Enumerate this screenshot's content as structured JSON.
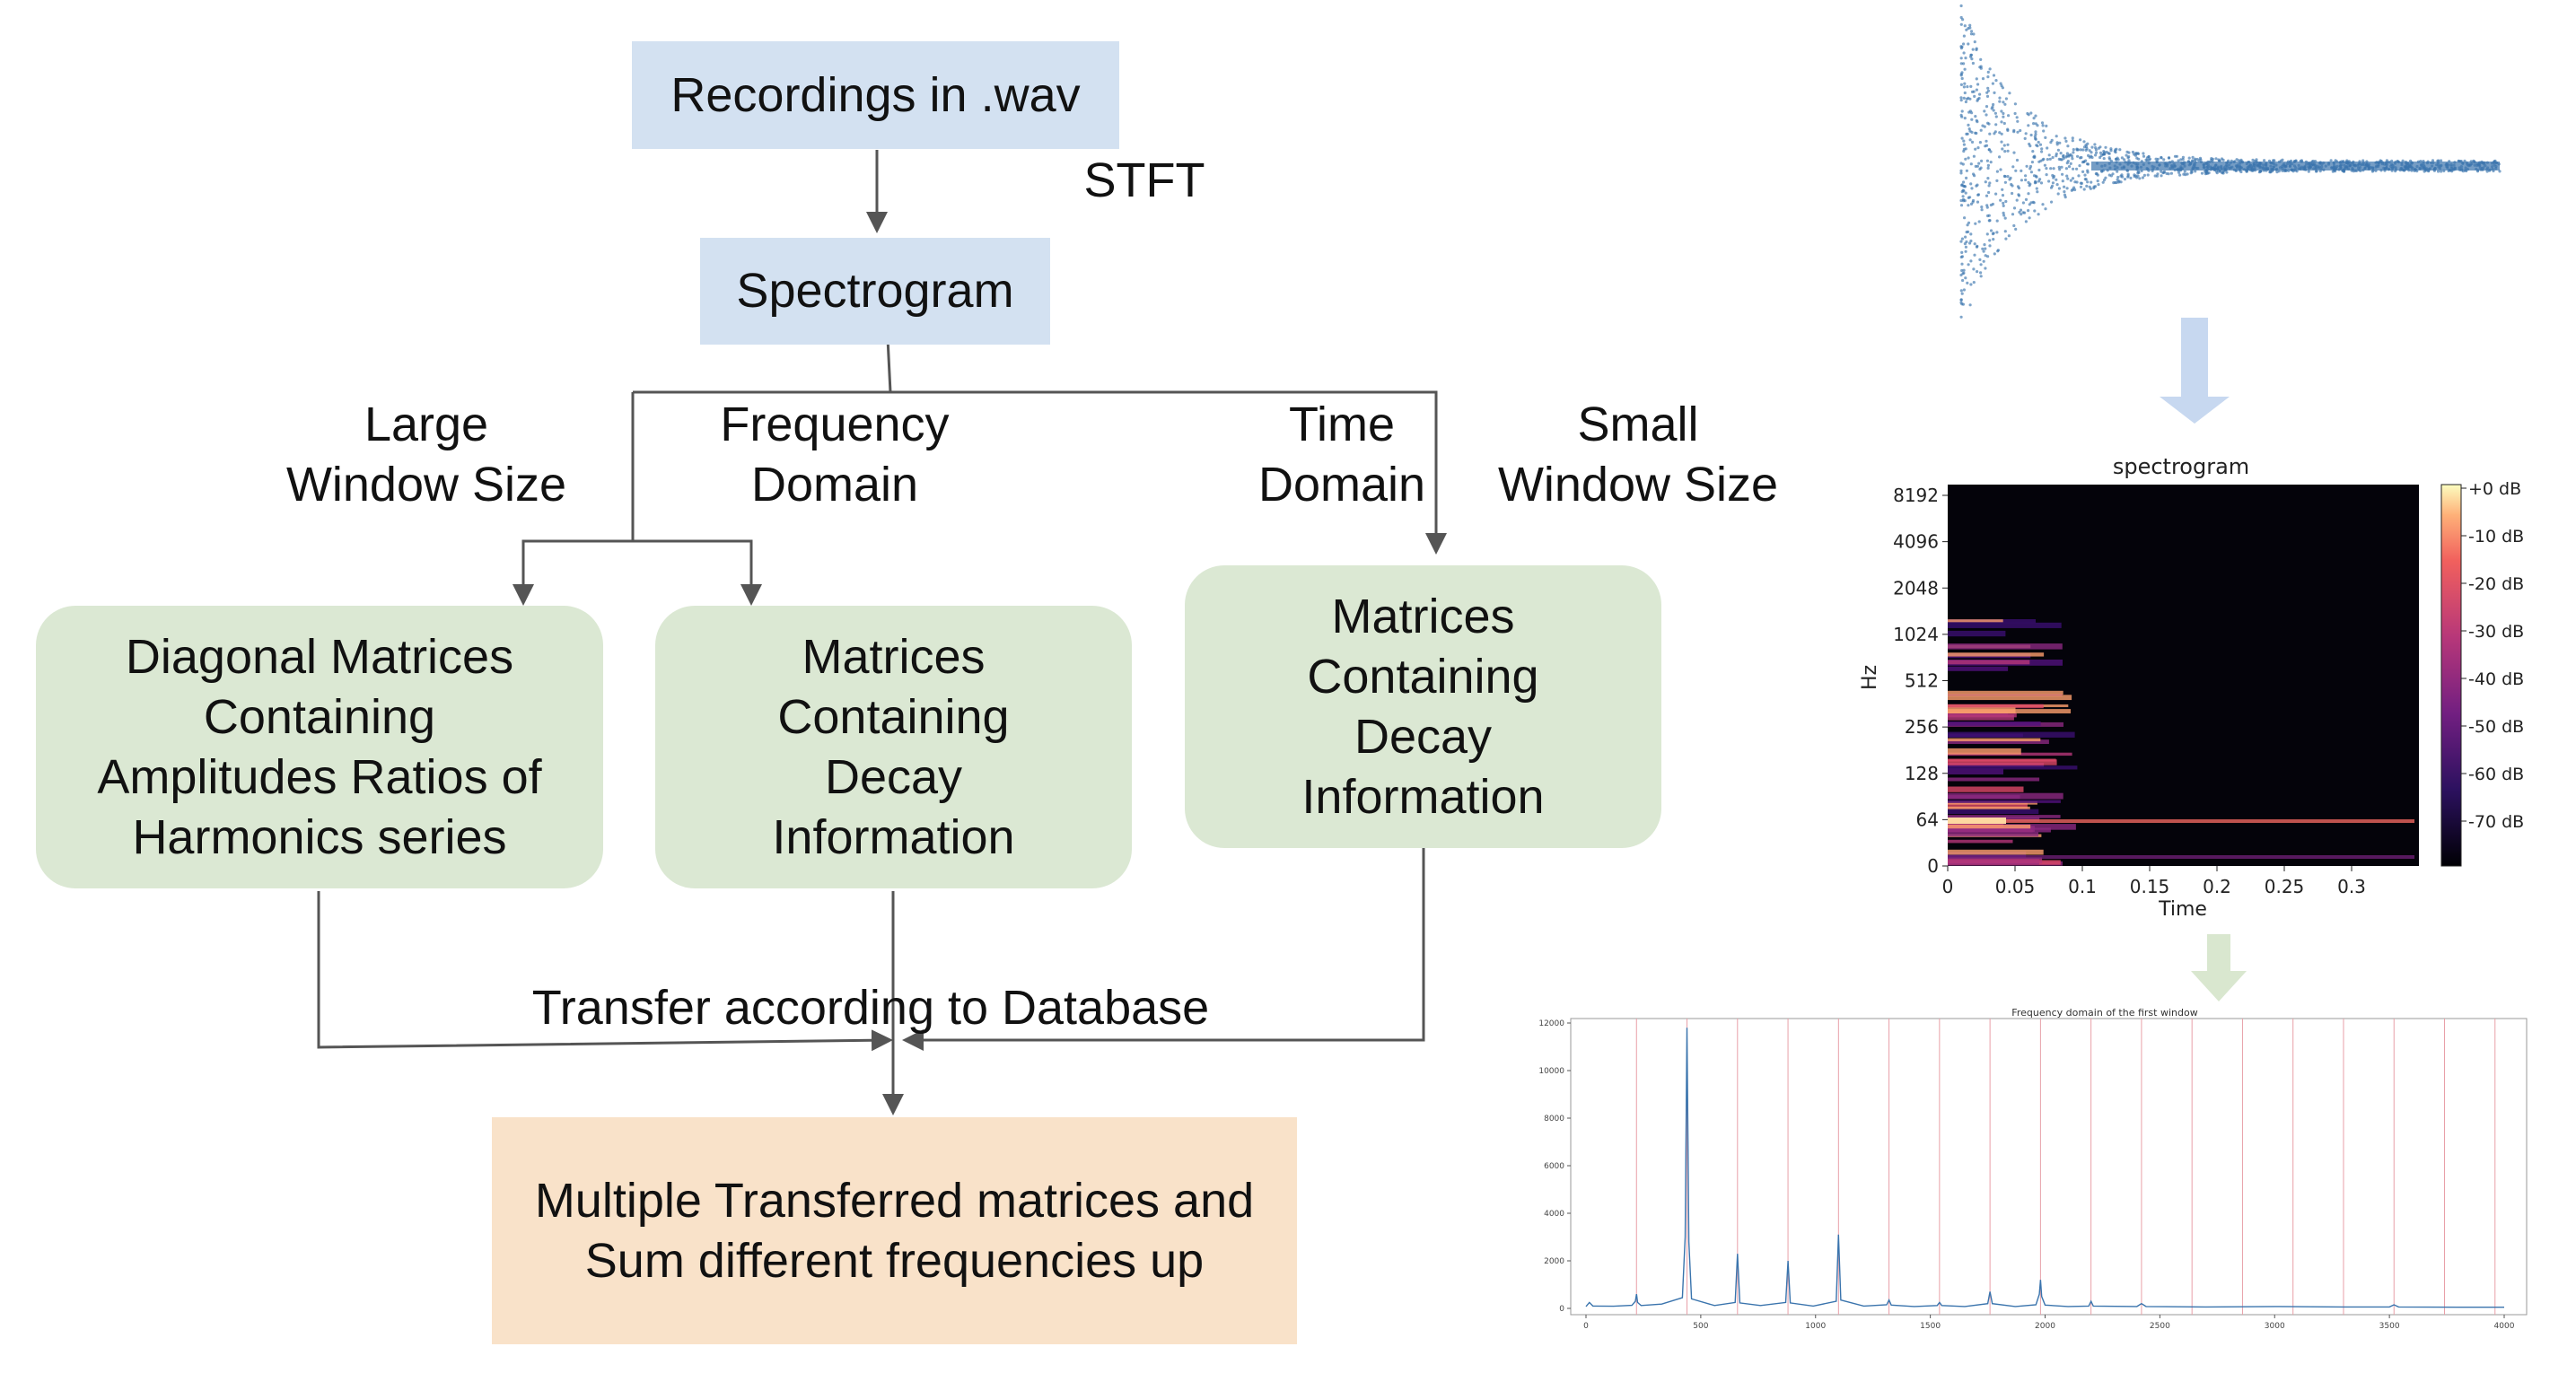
{
  "flow": {
    "source": "Recordings in .wav",
    "stft": "STFT",
    "spectrogram": "Spectrogram",
    "large_window": "Large\nWindow Size",
    "frequency_domain": "Frequency\nDomain",
    "time_domain": "Time\nDomain",
    "small_window": "Small\nWindow Size",
    "diag_matrices": "Diagonal Matrices\nContaining\nAmplitudes Ratios of\nHarmonics series",
    "decay_matrices_freq": "Matrices\nContaining\nDecay\nInformation",
    "decay_matrices_time": "Matrices\nContaining\nDecay\nInformation",
    "transfer": "Transfer according to Database",
    "result": "Multiple Transferred matrices and\nSum different frequencies up"
  },
  "colors": {
    "blue_box": "#d3e1f1",
    "green_box": "#dbe8d3",
    "orange_box": "#f9e2c9",
    "arrow": "#555555",
    "waveform": "#3a74ad",
    "arrow_blue": "#c7d8f0",
    "arrow_green": "#d9e7cf"
  },
  "spectrogram_panel": {
    "title": "spectrogram",
    "ylabel": "Hz",
    "xlabel": "Time",
    "yticks": [
      "8192",
      "4096",
      "2048",
      "1024",
      "512",
      "256",
      "128",
      "64",
      "0"
    ],
    "xticks": [
      "0",
      "0.05",
      "0.1",
      "0.15",
      "0.2",
      "0.25",
      "0.3"
    ],
    "colorbar": [
      "+0 dB",
      "-10 dB",
      "-20 dB",
      "-30 dB",
      "-40 dB",
      "-50 dB",
      "-60 dB",
      "-70 dB"
    ]
  },
  "chart_data": {
    "type": "line",
    "title": "Frequency domain of the first window",
    "xlim": [
      0,
      4000
    ],
    "ylim": [
      0,
      12000
    ],
    "xticks": [
      "0",
      "500",
      "1000",
      "1500",
      "2000",
      "2500",
      "3000",
      "3500",
      "4000"
    ],
    "yticks": [
      "0",
      "2000",
      "4000",
      "6000",
      "8000",
      "10000",
      "12000"
    ],
    "harmonic_markers": [
      220,
      440,
      660,
      880,
      1100,
      1320,
      1540,
      1760,
      1980,
      2200,
      2420,
      2640,
      2860,
      3080,
      3300,
      3520,
      3740,
      3960
    ],
    "series": [
      {
        "x": [
          0,
          15,
          30,
          120,
          200,
          215,
          220,
          225,
          240,
          330,
          420,
          432,
          440,
          448,
          460,
          560,
          650,
          660,
          670,
          760,
          870,
          880,
          890,
          990,
          1090,
          1100,
          1110,
          1210,
          1310,
          1320,
          1330,
          1430,
          1530,
          1540,
          1550,
          1650,
          1750,
          1760,
          1770,
          1870,
          1960,
          1975,
          1980,
          1985,
          2000,
          2100,
          2190,
          2200,
          2210,
          2400,
          2420,
          2440,
          2700,
          3000,
          3300,
          3500,
          3520,
          3540,
          3800,
          4000
        ],
        "y": [
          80,
          250,
          100,
          90,
          130,
          300,
          600,
          250,
          120,
          180,
          450,
          3000,
          11800,
          2800,
          400,
          120,
          250,
          2300,
          230,
          120,
          250,
          2000,
          230,
          100,
          300,
          3100,
          350,
          100,
          150,
          350,
          140,
          80,
          120,
          250,
          120,
          80,
          200,
          700,
          200,
          80,
          150,
          600,
          1200,
          500,
          140,
          80,
          100,
          300,
          100,
          80,
          200,
          80,
          60,
          80,
          60,
          60,
          150,
          60,
          50,
          50
        ]
      }
    ]
  }
}
